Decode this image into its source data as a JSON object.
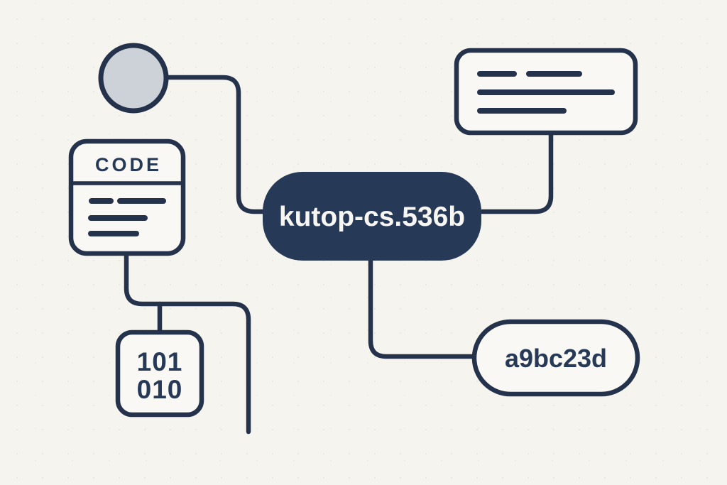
{
  "colors": {
    "background": "#f6f4ef",
    "ink": "#25324b",
    "node_fill": "#263a58",
    "node_text": "#f7f6f2",
    "circle_fill": "#cdd2d9",
    "card_fill": "#faf8f4"
  },
  "diagram": {
    "type": "node-link illustration",
    "main_node": {
      "label": "kutop-cs.536b"
    },
    "hash_node": {
      "label": "a9bc23d"
    },
    "code_card": {
      "title": "CODE"
    },
    "binary_card": {
      "row1": "101",
      "row2": "010"
    }
  }
}
